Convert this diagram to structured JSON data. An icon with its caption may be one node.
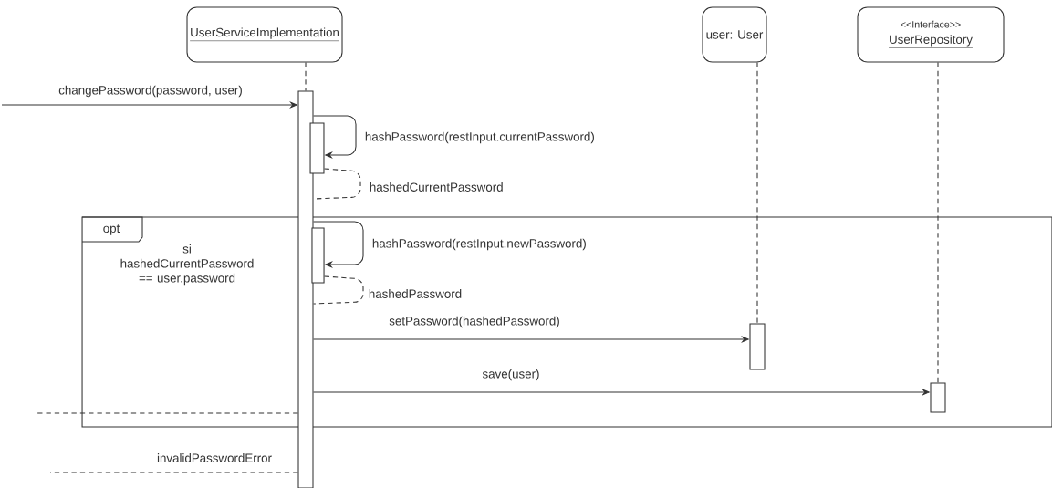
{
  "diagram": {
    "nodes": [
      {
        "text": [
          "UserServiceImplementation"
        ]
      },
      {
        "text": [
          "user: User"
        ]
      },
      {
        "text": [
          "<<Interface>>",
          "UserRepository"
        ]
      },
      {
        "text": [
          "opt",
          "si hashedCurrentPassword == user.password"
        ]
      },
      {
        "text": [],
        "shape": "bar"
      },
      {
        "text": [],
        "shape": "bar"
      },
      {
        "text": [],
        "shape": "bar",
        "in": 3
      },
      {
        "text": [],
        "shape": "bar",
        "in": 3
      },
      {
        "text": [],
        "shape": "bar",
        "in": 3
      }
    ],
    "edges": [
      {
        "from": 0,
        "to": 4,
        "arrow": "none",
        "style": "dashed"
      },
      {
        "from": 1,
        "to": 7,
        "arrow": "none",
        "style": "dashed"
      },
      {
        "from": 2,
        "to": 8,
        "arrow": "none",
        "style": "dashed"
      },
      {
        "from": null,
        "to": 4,
        "arrow": "to",
        "label": "changePassword(password, user)"
      },
      {
        "from": 4,
        "to": 5,
        "arrow": "to",
        "label": "hashPassword(restInput.currentPassword)"
      },
      {
        "from": 5,
        "to": 4,
        "arrow": "none",
        "style": "dashed",
        "label": "hashedCurrentPassword"
      },
      {
        "from": 4,
        "to": 6,
        "arrow": "to",
        "label": "hashPassword(restInput.newPassword)"
      },
      {
        "from": 6,
        "to": 4,
        "arrow": "none",
        "style": "dashed",
        "label": "hashedPassword"
      },
      {
        "from": 4,
        "to": 7,
        "arrow": "to",
        "label": "setPassword(hashedPassword)"
      },
      {
        "from": 4,
        "to": 8,
        "arrow": "to",
        "label": "save(user)"
      },
      {
        "from": 4,
        "to": null,
        "arrow": "none",
        "style": "dashed"
      },
      {
        "from": 4,
        "to": null,
        "arrow": "none",
        "style": "dashed",
        "label": "invalidPasswordError"
      }
    ]
  }
}
